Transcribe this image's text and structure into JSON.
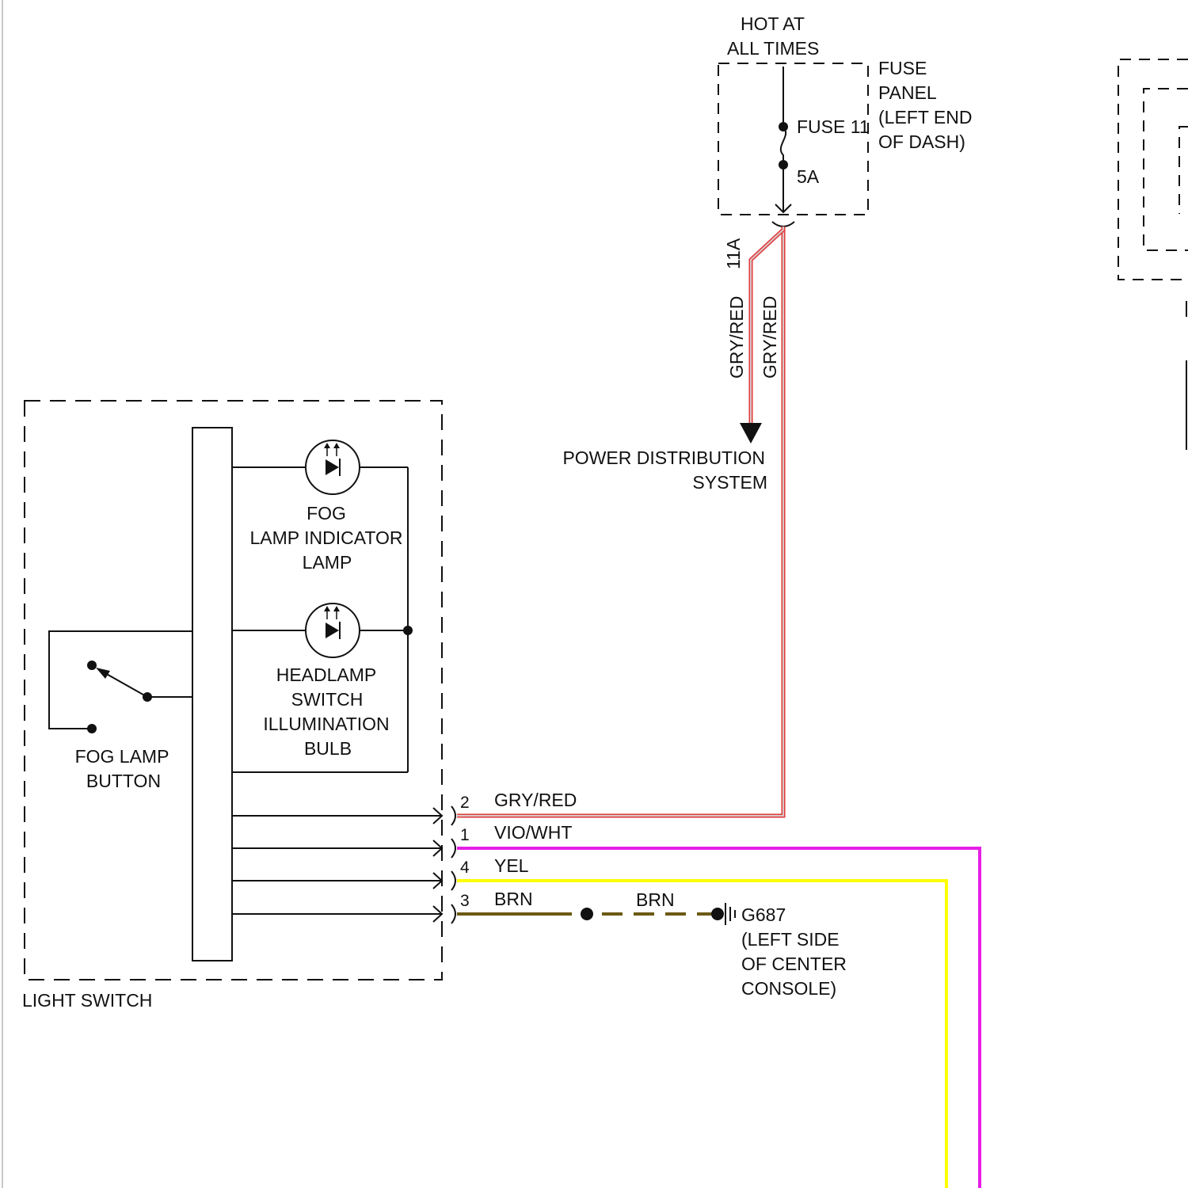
{
  "colors": {
    "gry_red": "#e03a3a",
    "gry_red_core": "#d9c8c8",
    "vio_wht": "#e61ee6",
    "yel": "#ffff00",
    "brn": "#6b5a14",
    "line": "#111111"
  },
  "fuse_panel": {
    "hot_line1": "HOT AT",
    "hot_line2": "ALL TIMES",
    "title_line1": "FUSE",
    "title_line2": "PANEL",
    "title_line3": "(LEFT END",
    "title_line4": "OF DASH)",
    "fuse_name": "FUSE 11",
    "fuse_rating": "5A"
  },
  "feed": {
    "circuit": "11A",
    "wire_left": "GRY/RED",
    "wire_right": "GRY/RED",
    "pds_line1": "POWER DISTRIBUTION",
    "pds_line2": "SYSTEM"
  },
  "light_switch": {
    "name": "LIGHT SWITCH",
    "fog_indicator_line1": "FOG",
    "fog_indicator_line2": "LAMP INDICATOR",
    "fog_indicator_line3": "LAMP",
    "illum_line1": "HEADLAMP",
    "illum_line2": "SWITCH",
    "illum_line3": "ILLUMINATION",
    "illum_line4": "BULB",
    "button_line1": "FOG LAMP",
    "button_line2": "BUTTON"
  },
  "connector_pins": [
    {
      "pin": "2",
      "wire": "GRY/RED"
    },
    {
      "pin": "1",
      "wire": "VIO/WHT"
    },
    {
      "pin": "4",
      "wire": "YEL"
    },
    {
      "pin": "3",
      "wire": "BRN"
    }
  ],
  "ground": {
    "wire": "BRN",
    "name": "G687",
    "loc_line1": "(LEFT SIDE",
    "loc_line2": "OF CENTER",
    "loc_line3": "CONSOLE)"
  }
}
